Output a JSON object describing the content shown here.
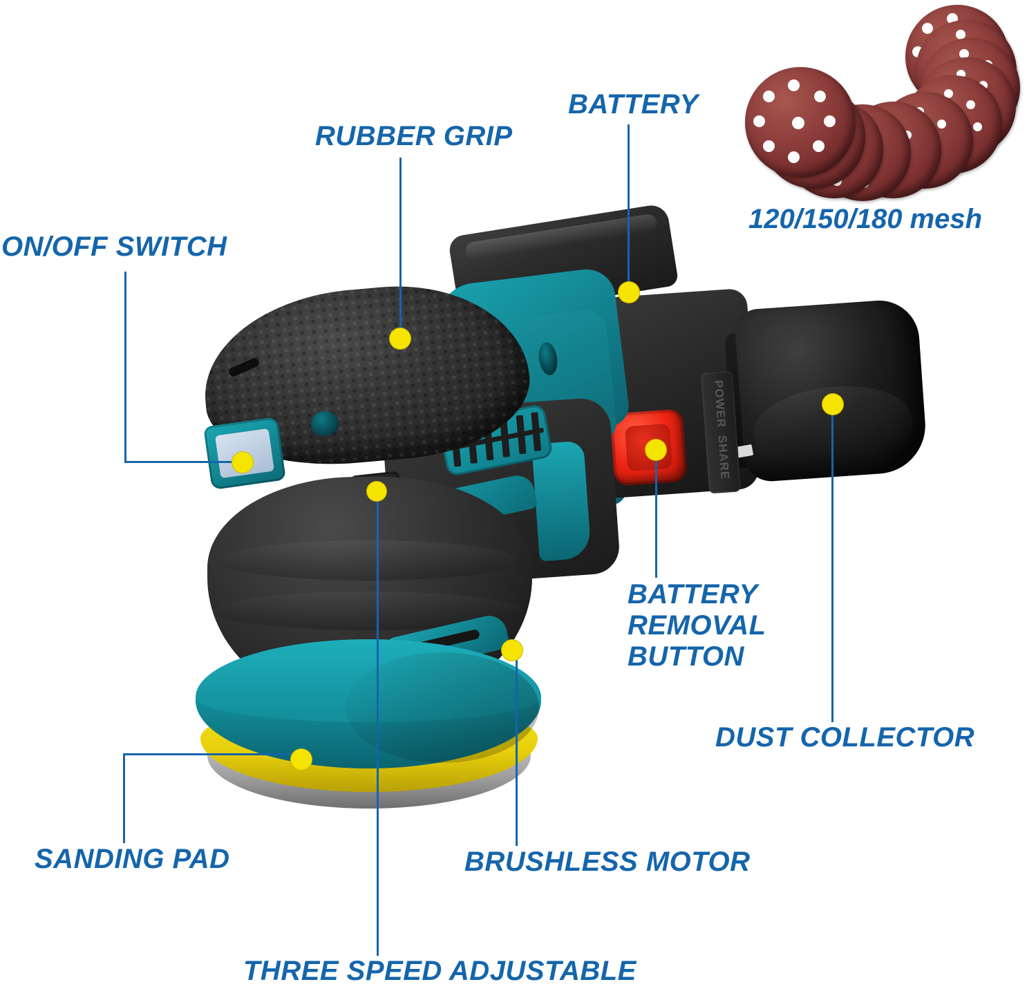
{
  "diagram": {
    "title_present": false,
    "product": "cordless random orbital sander",
    "accent_blue": "#1565ab",
    "dot_yellow": "#f4e400",
    "body_teal": "#14929f",
    "body_black": "#242424",
    "button_red": "#ee2413",
    "pad_yellow": "#e8cf0c",
    "sandpaper_red": "#8e3f3c"
  },
  "callouts": [
    {
      "id": "on-off-switch",
      "label": "ON/OFF SWITCH"
    },
    {
      "id": "rubber-grip",
      "label": "RUBBER GRIP"
    },
    {
      "id": "battery",
      "label": "BATTERY"
    },
    {
      "id": "battery-removal-button",
      "label": "BATTERY\nREMOVAL\nBUTTON",
      "lines": [
        "BATTERY",
        "REMOVAL",
        "BUTTON"
      ]
    },
    {
      "id": "dust-collector",
      "label": "DUST COLLECTOR"
    },
    {
      "id": "sanding-pad",
      "label": "SANDING PAD"
    },
    {
      "id": "brushless-motor",
      "label": "BRUSHLESS MOTOR"
    },
    {
      "id": "three-speed-adjustable",
      "label": "THREE SPEED ADJUSTABLE"
    }
  ],
  "accessory": {
    "id": "sandpaper-discs",
    "caption": "120/150/180 mesh",
    "disc_count": 11
  },
  "battery_markings": {
    "line1": "POWER",
    "line2": "SHARE"
  }
}
